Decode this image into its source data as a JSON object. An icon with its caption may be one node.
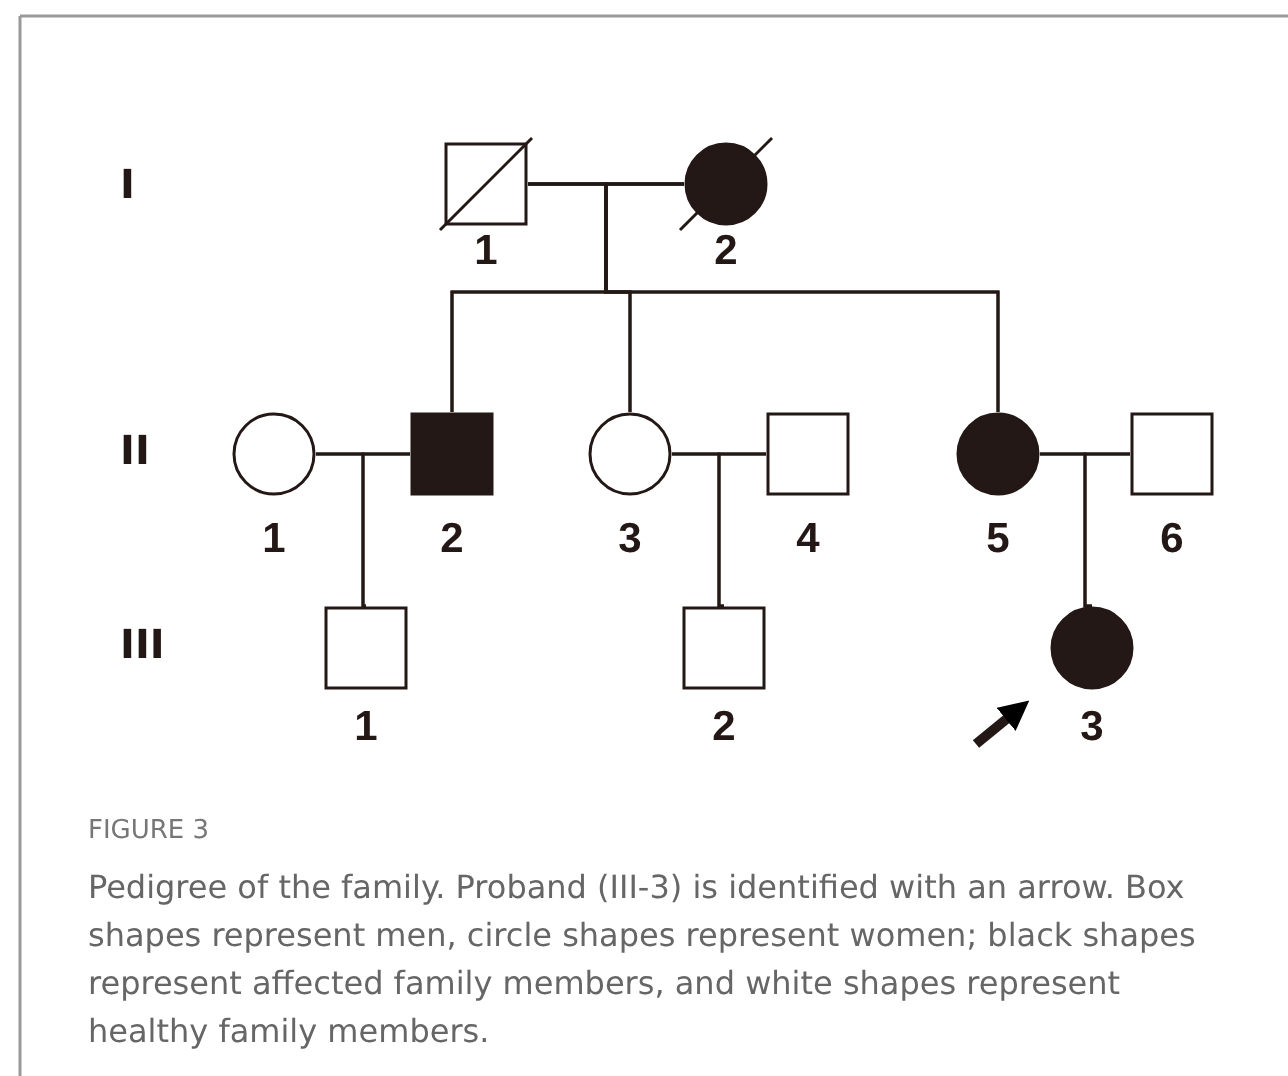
{
  "diagram": {
    "caption": "Pedigree of the family. Proband (III-3) is identified with an arrow. Box shapes represent men, circle shapes represent women; black shapes represent affected family members, and white shapes represent healthy family members.",
    "nodes": [
      {
        "text": [],
        "shape": "box",
        "beside": [
          "1"
        ]
      },
      {
        "text": [],
        "shape": "circle",
        "beside": [
          "2"
        ]
      },
      {
        "text": [],
        "shape": "circle",
        "beside": [
          "1"
        ]
      },
      {
        "text": [],
        "shape": "box",
        "beside": [
          "2"
        ]
      },
      {
        "text": [],
        "shape": "circle",
        "beside": [
          "3"
        ]
      },
      {
        "text": [],
        "shape": "box",
        "beside": [
          "4"
        ]
      },
      {
        "text": [],
        "shape": "circle",
        "beside": [
          "5"
        ]
      },
      {
        "text": [],
        "shape": "box",
        "beside": [
          "6"
        ]
      },
      {
        "text": [],
        "shape": "box",
        "beside": [
          "1"
        ]
      },
      {
        "text": [],
        "shape": "box",
        "beside": [
          "2"
        ]
      },
      {
        "text": [],
        "shape": "circle",
        "beside": [
          "3"
        ]
      }
    ],
    "edges": [
      {
        "from": 0,
        "to": 1,
        "arrow": "none"
      },
      {
        "from": 0,
        "to": 3,
        "arrow": "none"
      },
      {
        "from": 1,
        "to": 3,
        "arrow": "none"
      },
      {
        "from": 0,
        "to": 4,
        "arrow": "none"
      },
      {
        "from": 1,
        "to": 4,
        "arrow": "none"
      },
      {
        "from": 0,
        "to": 6,
        "arrow": "none"
      },
      {
        "from": 1,
        "to": 6,
        "arrow": "none"
      },
      {
        "from": 2,
        "to": 3,
        "arrow": "none"
      },
      {
        "from": 4,
        "to": 5,
        "arrow": "none"
      },
      {
        "from": 6,
        "to": 7,
        "arrow": "none"
      },
      {
        "from": 2,
        "to": 8,
        "arrow": "none"
      },
      {
        "from": 3,
        "to": 8,
        "arrow": "none"
      },
      {
        "from": 4,
        "to": 9,
        "arrow": "none"
      },
      {
        "from": 5,
        "to": 9,
        "arrow": "none"
      },
      {
        "from": 6,
        "to": 10,
        "arrow": "none"
      },
      {
        "from": 7,
        "to": 10,
        "arrow": "none"
      },
      {
        "from": null,
        "to": 10,
        "arrow": "to",
        "style": "thick"
      }
    ],
    "labels": [
      "I",
      "II",
      "III",
      "FIGURE 3"
    ]
  }
}
